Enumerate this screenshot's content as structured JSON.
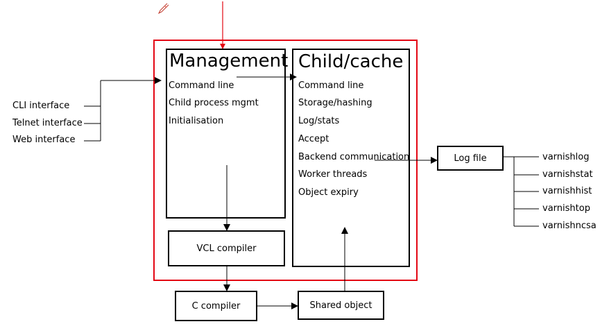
{
  "colors": {
    "frame": "#e30613",
    "stroke": "#000000",
    "top_arrow": "#e30613"
  },
  "icons": {
    "corner": "pen-icon"
  },
  "interfaces": [
    "CLI interface",
    "Telnet interface",
    "Web interface"
  ],
  "management": {
    "title": "Management",
    "items": [
      "Command line",
      "Child process mgmt",
      "Initialisation"
    ]
  },
  "child": {
    "title": "Child/cache",
    "items": [
      "Command line",
      "Storage/hashing",
      "Log/stats",
      "Accept",
      "Backend communication",
      "Worker threads",
      "Object expiry"
    ]
  },
  "vcl_compiler": "VCL compiler",
  "c_compiler": "C compiler",
  "shared_object": "Shared object",
  "log_file": "Log file",
  "tools": [
    "varnishlog",
    "varnishstat",
    "varnishhist",
    "varnishtop",
    "varnishncsa"
  ]
}
